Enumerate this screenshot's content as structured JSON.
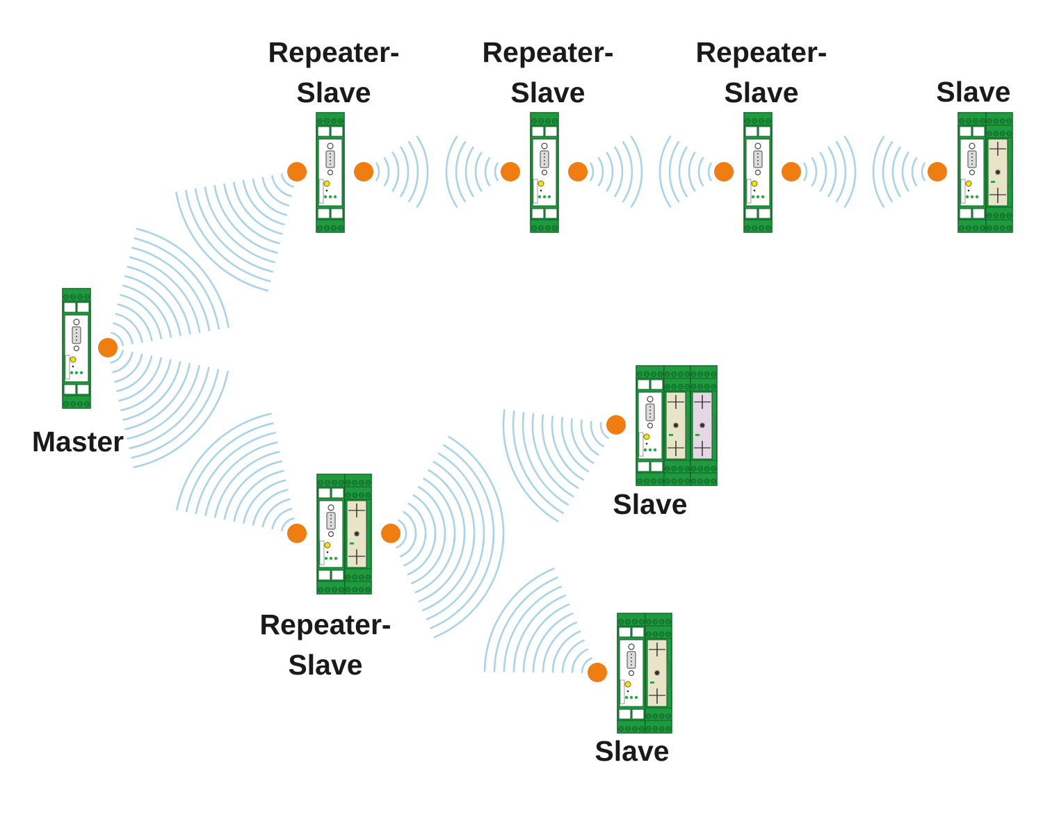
{
  "diagram": {
    "colors": {
      "module_green": "#1f9a3e",
      "module_dark": "#0c5a22",
      "antenna_orange": "#ef7d12",
      "wave_blue": "#a9d3e8",
      "panel_beige": "#e9e4c8",
      "panel_pink": "#e6d7e6",
      "led_green": "#27a845",
      "led_yellow": "#f2e21a"
    },
    "nodes": {
      "master": {
        "role": "master",
        "label": "Master"
      },
      "rs1": {
        "role": "repeater-slave",
        "label_line1": "Repeater-",
        "label_line2": "Slave"
      },
      "rs2": {
        "role": "repeater-slave",
        "label_line1": "Repeater-",
        "label_line2": "Slave"
      },
      "rs3": {
        "role": "repeater-slave",
        "label_line1": "Repeater-",
        "label_line2": "Slave"
      },
      "slave_top": {
        "role": "slave",
        "label": "Slave"
      },
      "rs_bottom": {
        "role": "repeater-slave",
        "label_line1": "Repeater-",
        "label_line2": "Slave"
      },
      "slave_mid": {
        "role": "slave",
        "label": "Slave"
      },
      "slave_bottom": {
        "role": "slave",
        "label": "Slave"
      }
    },
    "links": [
      {
        "from": "master",
        "to": "rs1"
      },
      {
        "from": "master",
        "to": "rs_bottom"
      },
      {
        "from": "rs1",
        "to": "rs2"
      },
      {
        "from": "rs2",
        "to": "rs3"
      },
      {
        "from": "rs3",
        "to": "slave_top"
      },
      {
        "from": "rs_bottom",
        "to": "slave_mid"
      },
      {
        "from": "rs_bottom",
        "to": "slave_bottom"
      }
    ]
  }
}
